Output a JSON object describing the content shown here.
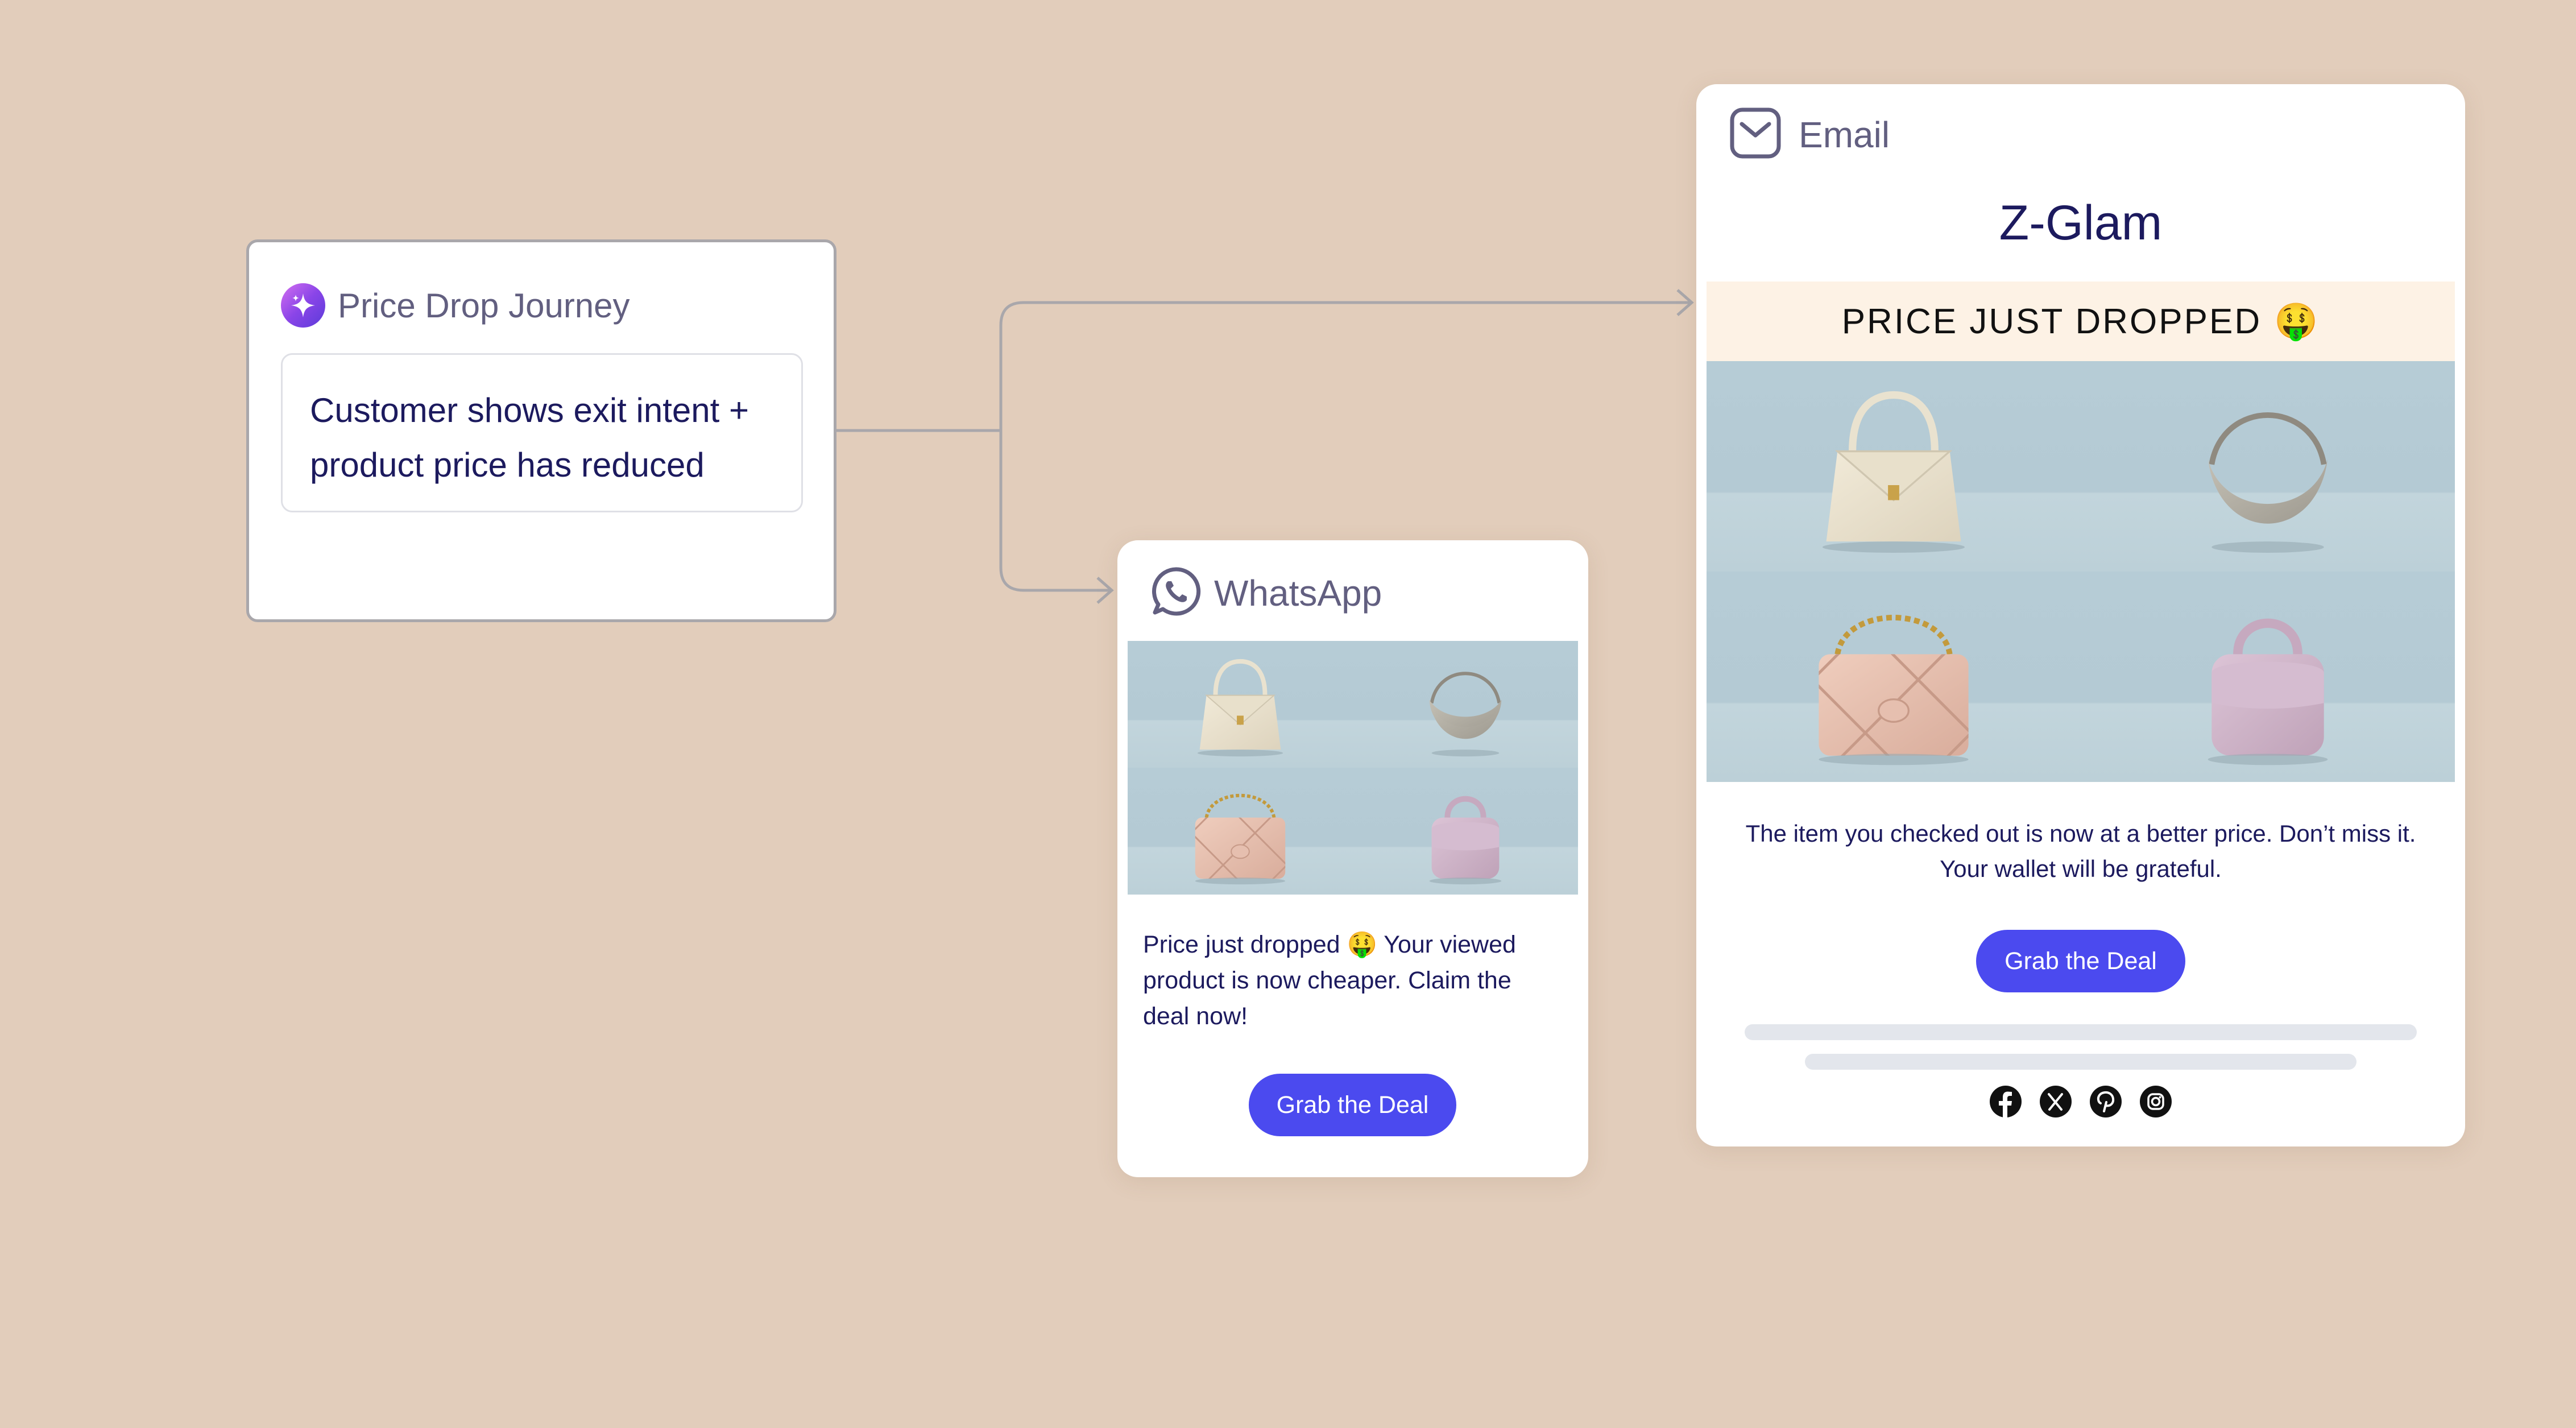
{
  "journey": {
    "icon": "sparkle-icon",
    "title": "Price Drop Journey",
    "condition": "Customer shows exit intent + product price has reduced"
  },
  "whatsapp": {
    "icon": "whatsapp-icon",
    "label": "WhatsApp",
    "message": "Price just dropped 🤑 Your viewed product is now cheaper. Claim the deal now!",
    "cta": "Grab the Deal",
    "products": [
      "cream top-handle bag",
      "grey hobo bag",
      "pink quilted chain bag",
      "lilac top-handle bag"
    ]
  },
  "email": {
    "icon": "email-icon",
    "label": "Email",
    "brand": "Z-Glam",
    "banner": "PRICE JUST DROPPED",
    "banner_emoji": "🤑",
    "body": "The item you checked out is now at a better price. Don’t miss it. Your wallet will be grateful.",
    "cta": "Grab the Deal",
    "products": [
      "cream top-handle bag",
      "grey hobo bag",
      "pink quilted chain bag",
      "lilac top-handle bag"
    ],
    "social": [
      "facebook-icon",
      "x-icon",
      "pinterest-icon",
      "instagram-icon"
    ]
  },
  "colors": {
    "background": "#e2cdbb",
    "accent": "#4b4aef",
    "text": "#1c1a5e",
    "muted": "#625f80",
    "banner_bg": "#fdf2e5",
    "connector": "#a9a7ab"
  }
}
